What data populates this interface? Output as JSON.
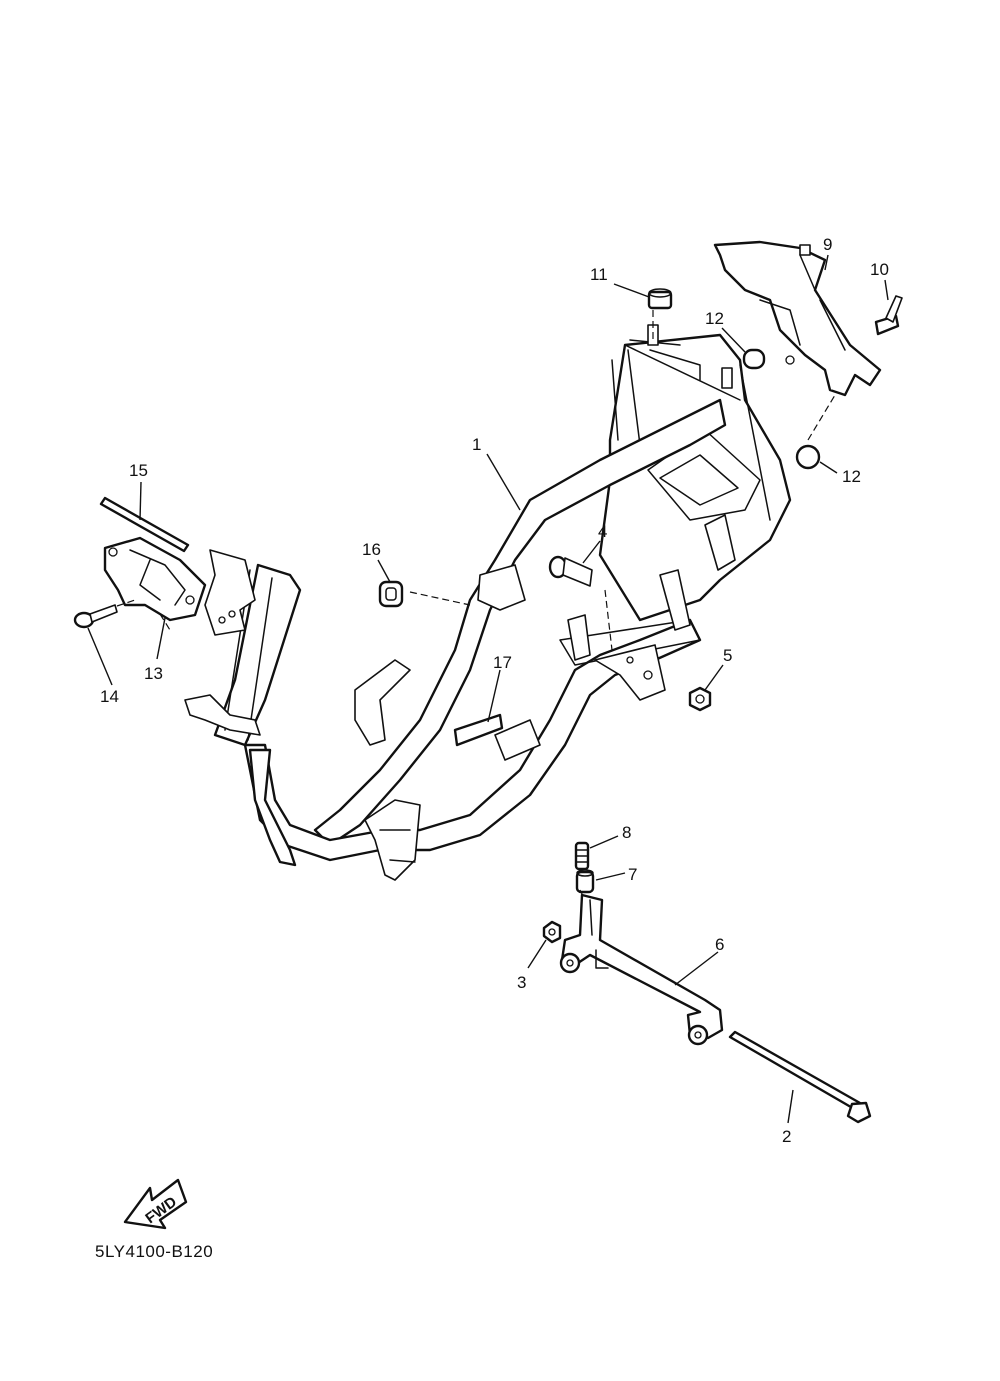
{
  "diagram": {
    "callouts": {
      "c1": "1",
      "c2": "2",
      "c3": "3",
      "c4": "4",
      "c5": "5",
      "c6": "6",
      "c7": "7",
      "c8": "8",
      "c9": "9",
      "c10": "10",
      "c11": "11",
      "c12a": "12",
      "c12b": "12",
      "c13": "13",
      "c14": "14",
      "c15": "15",
      "c16": "16",
      "c17": "17"
    },
    "fwd_label": "FWD",
    "code": "5LY4100-B120"
  }
}
